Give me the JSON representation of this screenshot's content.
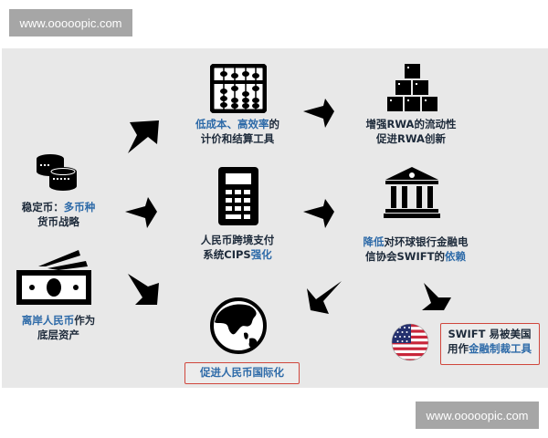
{
  "watermarks": {
    "top": "www.ooooopic.com",
    "bottom": "www.ooooopic.com"
  },
  "colors": {
    "panel_bg": "#e8e8e8",
    "text_dark": "#1d2a3a",
    "text_blue": "#2d6aa8",
    "highlight_border": "#d0463c",
    "icon": "#000000"
  },
  "nodes": {
    "stablecoin": {
      "icon": "coins-stack-icon",
      "line1_a": "稳定币：",
      "line1_b": "多币种",
      "line2": "货币战略"
    },
    "offshore_rmb": {
      "icon": "banknotes-icon",
      "line1_a": "离岸人民币",
      "line1_b": "作为",
      "line2": "底层资产"
    },
    "low_cost": {
      "icon": "abacus-icon",
      "line1_a": "低成本、高效率",
      "line1_b": "的",
      "line2": "计价和结算工具"
    },
    "rwa": {
      "icon": "stacked-boxes-icon",
      "line1": "增强RWA的流动性",
      "line2": "促进RWA创新"
    },
    "cips": {
      "icon": "calculator-icon",
      "line1": "人民币跨境支付",
      "line2_a": "系统CIPS",
      "line2_b": "强化"
    },
    "swift_reduce": {
      "icon": "bank-building-icon",
      "line1_a": "降低",
      "line1_b": "对环球银行金融电",
      "line2_a": "信协会SWIFT的",
      "line2_b": "依赖"
    },
    "internationalize": {
      "icon": "globe-icon",
      "label": "促进人民币国际化"
    },
    "swift_sanction": {
      "icon": "us-flag-icon",
      "line1": "SWIFT 易被美国",
      "line2_a": "用作",
      "line2_b": "金融制裁工具"
    }
  }
}
